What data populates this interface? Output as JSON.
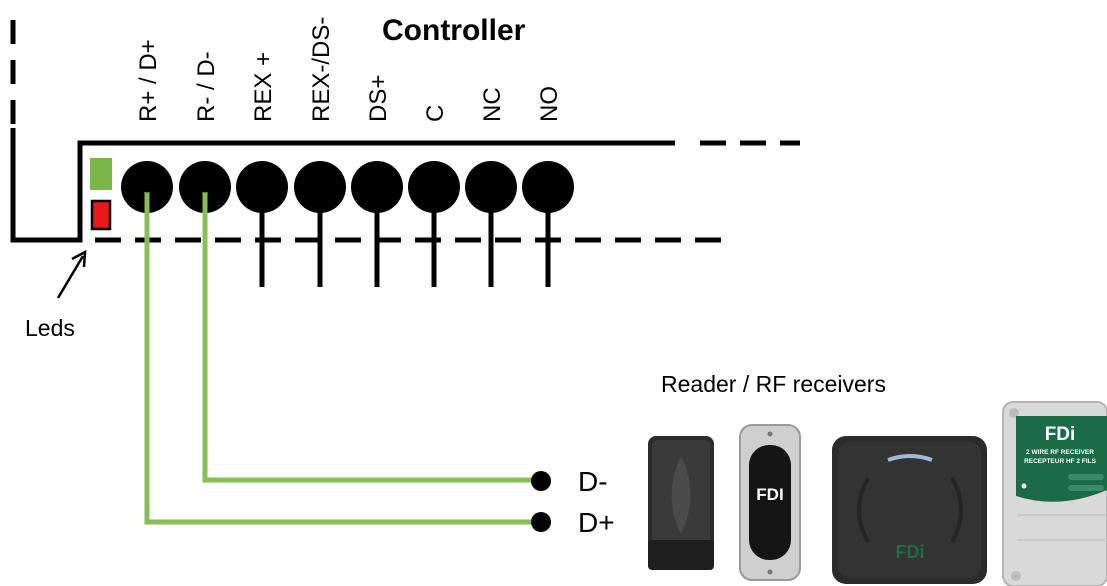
{
  "controller": {
    "title": "Controller",
    "terminals": [
      {
        "label": "R+ / D+"
      },
      {
        "label": "R- / D-"
      },
      {
        "label": "REX +"
      },
      {
        "label": "REX-/DS-"
      },
      {
        "label": "DS+"
      },
      {
        "label": "C"
      },
      {
        "label": "NC"
      },
      {
        "label": "NO"
      }
    ]
  },
  "leds": {
    "label": "Leds",
    "colors": {
      "green": "#7ab648",
      "red": "#e8191a"
    }
  },
  "wires": {
    "color": "#86bf57",
    "labels": {
      "d_minus": "D-",
      "d_plus": "D+"
    }
  },
  "readers": {
    "caption": "Reader / RF receivers",
    "devices": [
      {
        "name": "proximity-reader-slim"
      },
      {
        "name": "push-reader",
        "brand": "FDI"
      },
      {
        "name": "square-reader",
        "brand": "FDi"
      },
      {
        "name": "rf-receiver",
        "brand": "FDi",
        "line1": "2 WIRE RF RECEIVER",
        "line2": "RECEPTEUR HF 2 FILS"
      }
    ]
  }
}
